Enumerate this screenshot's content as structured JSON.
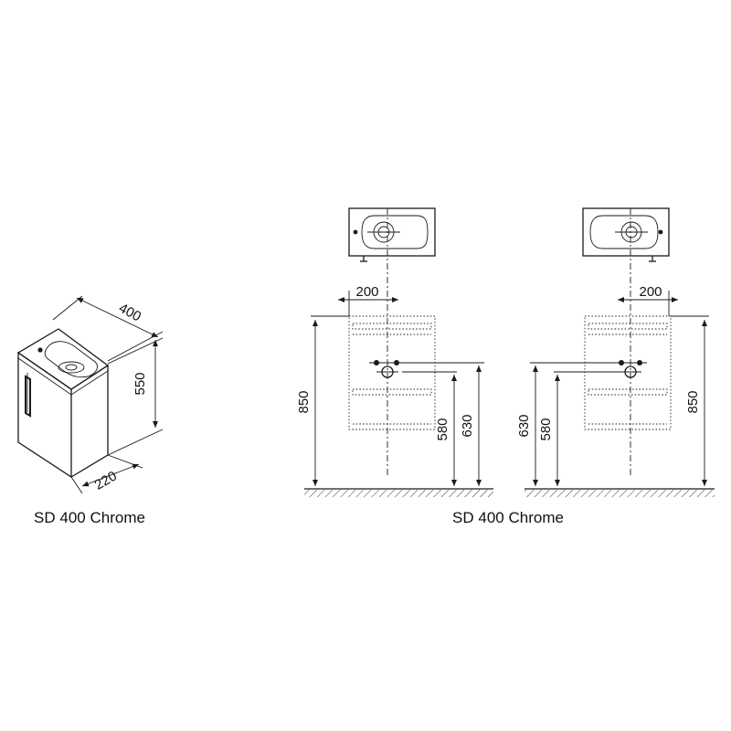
{
  "product_name": "SD 400 Chrome",
  "iso_dims": {
    "width": "400",
    "height": "550",
    "depth": "220"
  },
  "front_dims": {
    "left_offset": "200",
    "height_total": "850",
    "height_a": "580",
    "height_b": "630"
  },
  "side_dims": {
    "right_offset": "200",
    "height_total": "850",
    "height_a": "580",
    "height_b": "630"
  }
}
